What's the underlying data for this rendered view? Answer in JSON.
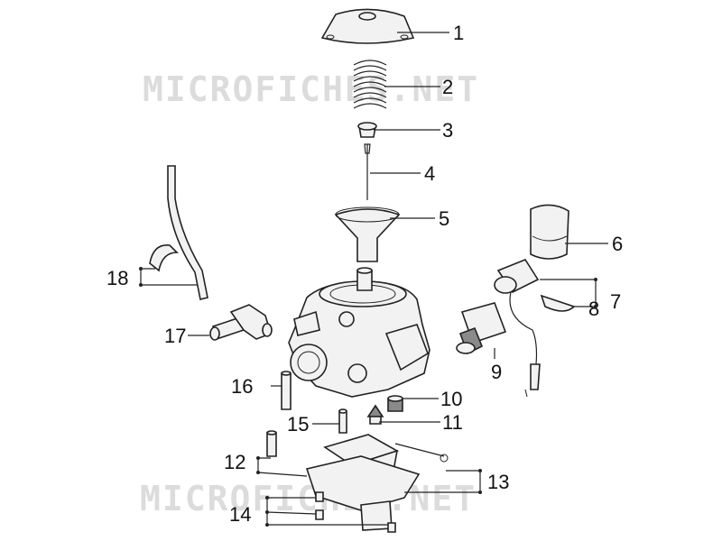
{
  "watermark_top": "MICROFICHES.NET",
  "watermark_bottom": "MICROFICHES.NET",
  "callouts": [
    "1",
    "2",
    "3",
    "4",
    "5",
    "6",
    "7",
    "8",
    "9",
    "10",
    "11",
    "12",
    "13",
    "14",
    "15",
    "16",
    "17",
    "18"
  ]
}
